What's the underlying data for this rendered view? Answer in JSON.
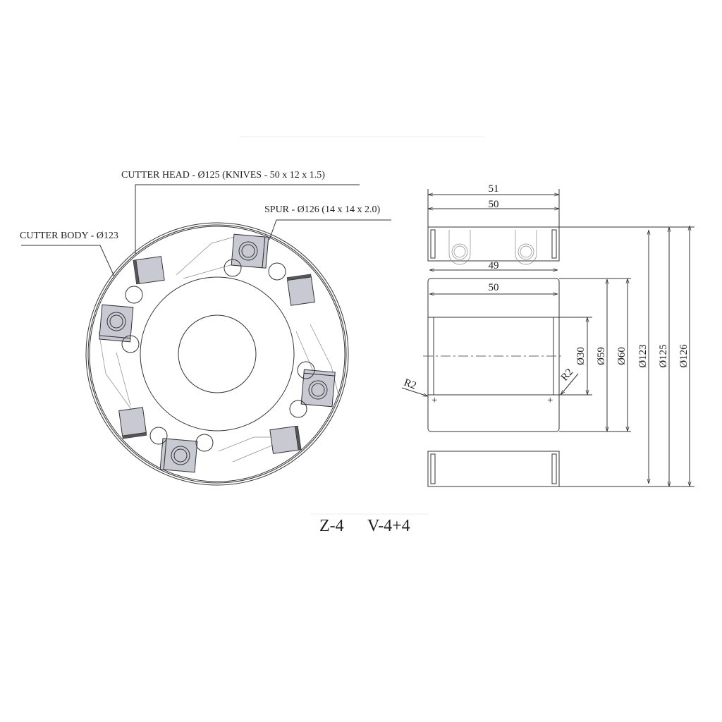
{
  "labels": {
    "cutter_head": "CUTTER HEAD - Ø125 (KNIVES - 50 x 12 x 1.5)",
    "spur": "SPUR - Ø126 (14 x 14 x 2.0)",
    "cutter_body": "CUTTER BODY - Ø123"
  },
  "dimensions": {
    "width_51": "51",
    "width_50_top": "50",
    "width_49": "49",
    "width_50_body": "50",
    "d30": "Ø30",
    "d59": "Ø59",
    "d60": "Ø60",
    "d123": "Ø123",
    "d125": "Ø125",
    "d126": "Ø126",
    "r2_left": "R2",
    "r2_right": "R2"
  },
  "caption": {
    "z": "Z-4",
    "v": "V-4+4"
  }
}
